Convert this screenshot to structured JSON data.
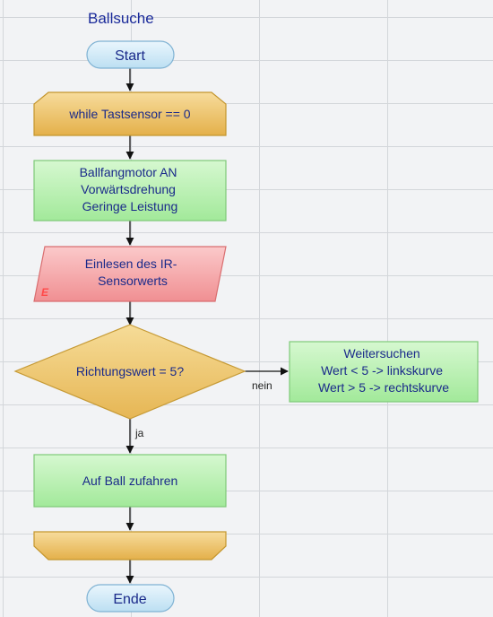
{
  "diagram": {
    "title": "Ballsuche",
    "start_label": "Start",
    "loop_label": "while Tastsensor == 0",
    "process1_lines": [
      "Ballfangmotor AN",
      "Vorwärtsdrehung",
      "Geringe Leistung"
    ],
    "input_lines": [
      "Einlesen des IR-",
      "Sensorwerts"
    ],
    "input_marker": "E",
    "decision_label": "Richtungswert = 5?",
    "edge_no": "nein",
    "edge_yes": "ja",
    "side_lines": [
      "Weitersuchen",
      "Wert < 5 -> linkskurve",
      "Wert > 5 -> rechtskurve"
    ],
    "process2_label": "Auf Ball zufahren",
    "end_label": "Ende"
  },
  "colors": {
    "terminator": "#cfe8f6",
    "terminator_stroke": "#7fb2d3",
    "loop": "#f0c266",
    "loop_stroke": "#c4962e",
    "process": "#b5f0ae",
    "process_stroke": "#7fc978",
    "input": "#f7a6a8",
    "input_stroke": "#d96e70",
    "decision": "#f1cb6e",
    "decision_stroke": "#c69a35",
    "connector": "#111111"
  }
}
